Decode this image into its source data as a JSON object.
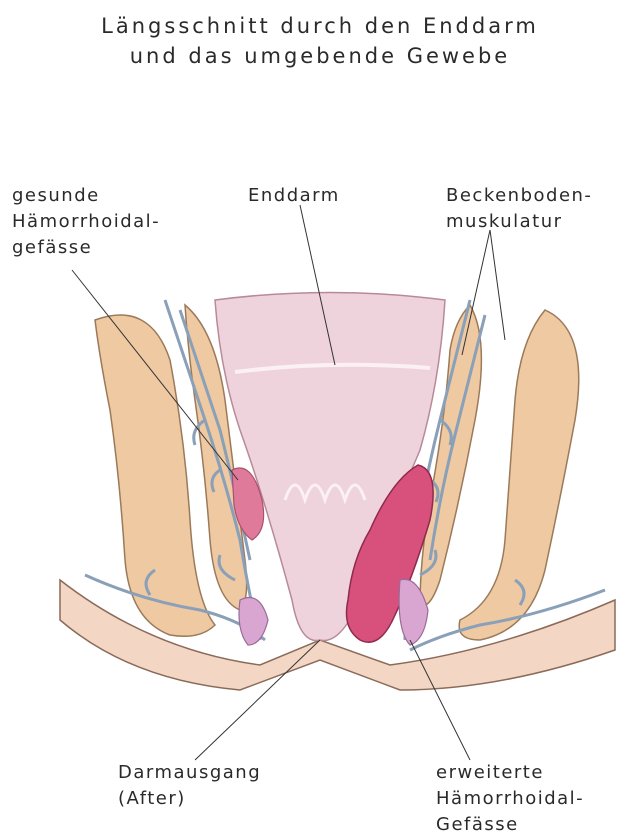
{
  "title": {
    "line1": "Längsschnitt durch den Enddarm",
    "line2": "und das umgebende Gewebe"
  },
  "labels": {
    "healthy_vessels": [
      "gesunde",
      "Hämorrhoidal-",
      "gefässe"
    ],
    "rectum": "Enddarm",
    "pelvic_floor": [
      "Beckenboden-",
      "muskulatur"
    ],
    "anus": [
      "Darmausgang",
      "(After)"
    ],
    "dilated_vessels": [
      "erweiterte",
      "Hämorrhoidal-",
      "Gefässe"
    ]
  },
  "colors": {
    "muscle": "#eec9a2",
    "muscle_outline": "#9a7a5a",
    "rectum": "#efd3dc",
    "vessel": "#8aa0b8",
    "hemorrhoid": "#d8507c",
    "skin": "#f3d6c4"
  }
}
